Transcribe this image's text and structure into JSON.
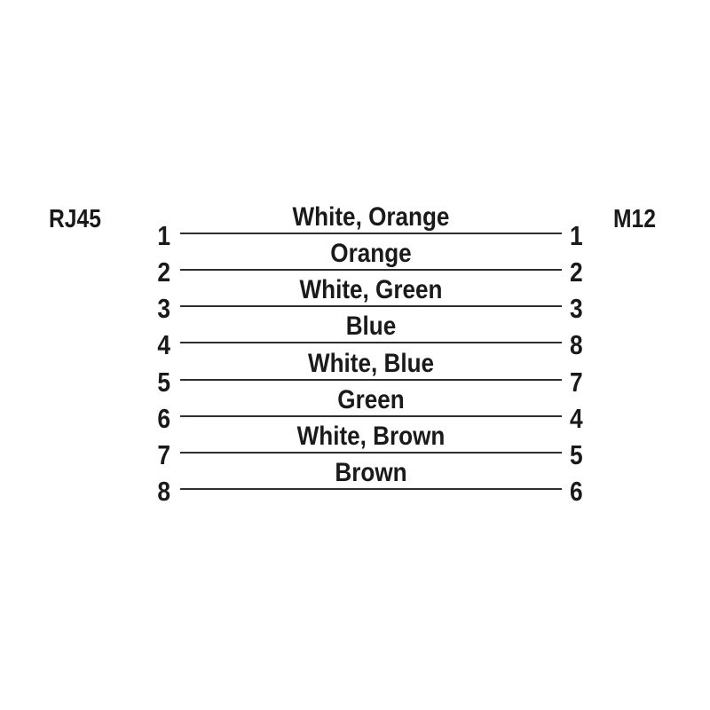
{
  "diagram": {
    "type": "wiring-pinout",
    "left_connector": "RJ45",
    "right_connector": "M12",
    "rows": [
      {
        "left_pin": "1",
        "wire_color": "White, Orange",
        "right_pin": "1"
      },
      {
        "left_pin": "2",
        "wire_color": "Orange",
        "right_pin": "2"
      },
      {
        "left_pin": "3",
        "wire_color": "White, Green",
        "right_pin": "3"
      },
      {
        "left_pin": "4",
        "wire_color": "Blue",
        "right_pin": "8"
      },
      {
        "left_pin": "5",
        "wire_color": "White, Blue",
        "right_pin": "7"
      },
      {
        "left_pin": "6",
        "wire_color": "Green",
        "right_pin": "4"
      },
      {
        "left_pin": "7",
        "wire_color": "White, Brown",
        "right_pin": "5"
      },
      {
        "left_pin": "8",
        "wire_color": "Brown",
        "right_pin": "6"
      }
    ],
    "text_color": "#1a1a1a",
    "line_color": "#2e2e2e",
    "background": "#ffffff"
  }
}
